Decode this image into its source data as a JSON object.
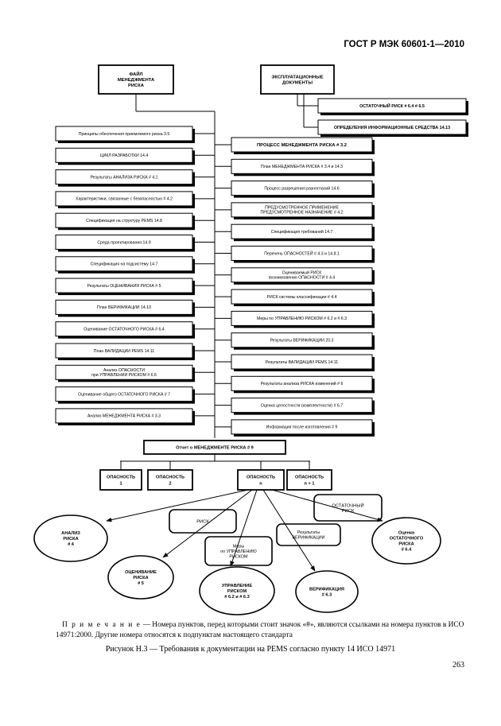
{
  "header": {
    "standard": "ГОСТ Р МЭК 60601-1—2010"
  },
  "diagram": {
    "risk_file": [
      "ФАЙЛ",
      "МЕНЕДЖМЕНТА",
      "РИСКА"
    ],
    "operating_docs": [
      "ЭКСПЛУАТАЦИОННЫЕ",
      "ДОКУМЕНТЫ"
    ],
    "residual_risk": "ОСТАТОЧНЫЙ РИСК # 6.4 # 6.5",
    "disclosure": "ОПРЕДЕЛЕНИЯ ИНФОРМАЦИОННЫЕ СРЕДСТВА 14.13",
    "left_items": [
      "Принципы обеспечения приемлемого риска 3.5",
      "ЦИКЛ РАЗРАБОТКИ 14.4",
      "Результаты АНАЛИЗА РИСКА # 4.1",
      "Характеристики, связанные с безопасностью # 4.2",
      "Спецификация на структуру PEMS 14.8",
      "Среда проектирования 14.9",
      "Спецификация на подсистему 14.7",
      "Результаты ОЦЕНИВАНИЯ РИСКА # 5",
      "План ВЕРИФИКАЦИИ 14.10",
      "Оценивание ОСТАТОЧНОГО РИСКА # 6.4",
      "План ВАЛИДАЦИИ PEMS 14.11",
      [
        "Анализ ОПАСНОСТИ",
        "при УПРАВЛЕНИИ РИСКОМ # 6.6"
      ],
      "Оценивание общего ОСТАТОЧНОГО РИСКА # 7",
      "Анализ МЕНЕДЖМЕНТА РИСКА # 3.3"
    ],
    "right_items": [
      "ПРОЦЕСС МЕНЕДЖМЕНТА РИСКА # 3.2",
      "План МЕНЕДЖМЕНТА РИСКА # 3.4 и 14.3",
      "Процесс разрешения разногласий 14.6",
      [
        "ПРЕДУСМОТРЕННОЕ ПРИМЕНЕНИЕ",
        "ПРЕДУСМОТРЕННОЕ НАЗНАЧЕНИЕ # 4.2"
      ],
      "Спецификация требований 14.7",
      "Перечень ОПАСНОСТЕЙ # 4.3 и 14.8.1",
      [
        "Оцениваемый РИСК",
        "возникновения ОПАСНОСТИ # 4.4"
      ],
      "РИСК системы классификации # 4.4",
      "Меры по УПРАВЛЕНИЮ РИСКОМ # 6.2 и # 6.3",
      "Результаты ВЕРИФИКАЦИИ 20.3",
      "Результаты ВАЛИДАЦИИ PEMS 14.11",
      "Результаты анализа РИСКА изменений # 6",
      "Оценка целостности (комплектности) # 6.7",
      "Информация после изготовления # 9"
    ],
    "report": "Отчет о МЕНЕДЖМЕНТЕ РИСКА # 9",
    "hazards": [
      [
        "ОПАСНОСТЬ",
        "1"
      ],
      [
        "ОПАСНОСТЬ",
        "2"
      ],
      [
        "ОПАСНОСТЬ",
        "n"
      ],
      [
        "ОПАСНОСТЬ",
        "n + 1"
      ]
    ],
    "risk": "РИСК",
    "residual": [
      "ОСТАТОЧНЫЙ",
      "РИСК"
    ],
    "measures": [
      "Меры",
      "по УПРАВЛЕНИЮ",
      "РИСКОМ"
    ],
    "verif_results": [
      "Результаты",
      "ВЕРИФИКАЦИИ"
    ],
    "analysis": [
      "АНАЛИЗ",
      "РИСКА",
      "# 4"
    ],
    "evaluation": [
      "ОЦЕНИВАНИЕ",
      "РИСКА",
      "# 5"
    ],
    "control": [
      "УПРАВЛЕНИЕ",
      "РИСКОМ",
      "# 6.2 и # 6.3"
    ],
    "verification": [
      "ВЕРИФИКАЦИЯ",
      "# 6.3"
    ],
    "assessment": [
      "Оценка",
      "ОСТАТОЧНОГО",
      "РИСКА",
      "# 6.4"
    ]
  },
  "note": {
    "label": "П р и м е ч а н и е",
    "text": " — Номера пунктов, перед которыми стоит значок «#», являются ссылками на номера пунктов в ИСО 14971:2000. Другие номера относятся к подпунктам настоящего стандарта"
  },
  "caption": "Рисунок Н.3 — Требования к документации на PEMS согласно пункту 14 ИСО 14971",
  "page_number": "263"
}
